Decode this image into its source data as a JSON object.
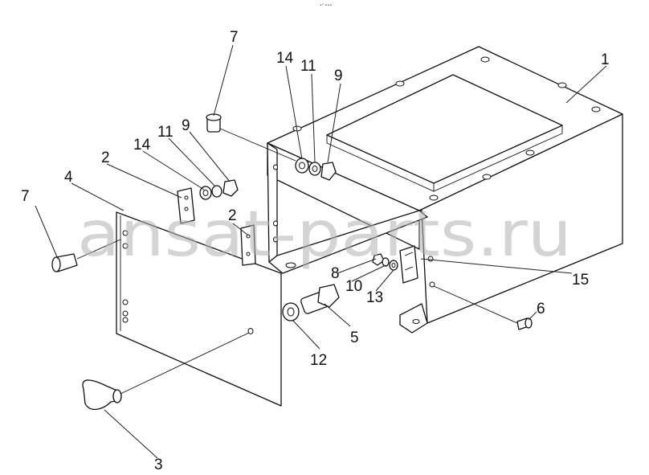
{
  "header_mark": "•ⁿ •••",
  "watermark": "ansat-parts.ru",
  "callouts": {
    "c1": "1",
    "c2a": "2",
    "c2b": "2",
    "c3": "3",
    "c4": "4",
    "c5": "5",
    "c6": "6",
    "c7a": "7",
    "c7b": "7",
    "c8": "8",
    "c9a": "9",
    "c9b": "9",
    "c10": "10",
    "c11a": "11",
    "c11b": "11",
    "c12": "12",
    "c13": "13",
    "c14a": "14",
    "c14b": "14",
    "c15": "15"
  }
}
